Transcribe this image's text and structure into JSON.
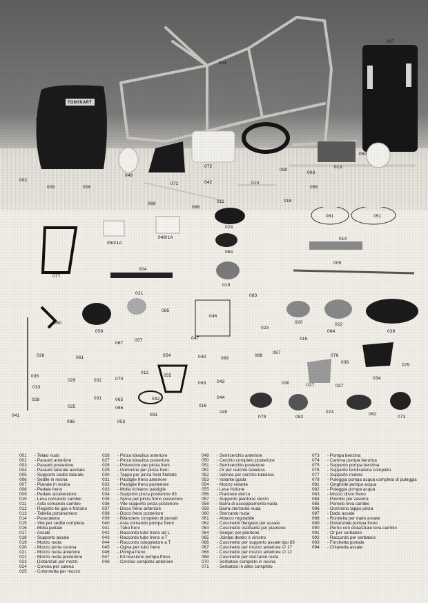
{
  "callouts": {
    "c001": "001",
    "c006": "006",
    "c007": "007",
    "c008": "008",
    "c009": "009",
    "c002": "002",
    "c048": "048",
    "c071": "071",
    "c072": "072",
    "c042": "042",
    "c053": "053",
    "c010": "010",
    "c090": "090",
    "c003": "003",
    "c013": "013",
    "c050": "050",
    "c056": "056",
    "c069": "069",
    "c068": "068",
    "c011": "011",
    "c018": "018",
    "c081": "081",
    "c051": "051",
    "c014": "014",
    "c024": "024",
    "c064": "064",
    "c0501a": "050/1A",
    "c0491a": "049/1A",
    "c077": "077",
    "c004": "004",
    "c005": "005",
    "c019": "019",
    "c021": "021",
    "c085": "085",
    "c083": "083",
    "c060": "060",
    "c058": "058",
    "c047": "047",
    "c046": "046",
    "c020": "020",
    "c022": "022",
    "c039": "039",
    "c023": "023",
    "c015": "015",
    "c084": "084",
    "c026": "026",
    "c061": "061",
    "c067": "067",
    "c057": "057",
    "c054": "054",
    "c040": "040",
    "c089": "089",
    "c088": "088",
    "c087": "087",
    "c076": "076",
    "c036": "036",
    "c075": "075",
    "c034": "034",
    "c035": "035",
    "c029": "029",
    "c032": "032",
    "c070": "070",
    "c012": "012",
    "c055": "055",
    "c093": "093",
    "c043": "043",
    "c030": "030",
    "c027": "027",
    "c037": "037",
    "c033": "033",
    "c028": "028",
    "c031": "031",
    "c065": "065",
    "c044": "044",
    "c025": "025",
    "c092": "092",
    "c066": "066",
    "c041": "041",
    "c052": "052",
    "c091": "091",
    "c016": "016",
    "c045": "045",
    "c079": "079",
    "c082": "082",
    "c074": "074",
    "c062": "062",
    "c073": "073",
    "c086": "086"
  },
  "seat_brand": "TONYKART",
  "legend": [
    [
      [
        "001",
        "- Telaio nudo"
      ],
      [
        "002",
        "- Paraurti anteriore"
      ],
      [
        "003",
        "- Paraurti posteriore"
      ],
      [
        "004",
        "- Paraurti laterale avvitato"
      ],
      [
        "005",
        "- Supporto sedile laterale"
      ],
      [
        "006",
        "- Sedile in resina"
      ],
      [
        "007",
        "- Pianale in resina"
      ],
      [
        "008",
        "- Pedale freno"
      ],
      [
        "009",
        "- Pedale acceleratore"
      ],
      [
        "010",
        "- Leva comando cambio"
      ],
      [
        "011",
        "- Asta comando cambio"
      ],
      [
        "012",
        "- Registro tie gas e frizione"
      ],
      [
        "013",
        "- Tabella portanumero"
      ],
      [
        "014",
        "- Paracatena"
      ],
      [
        "015",
        "- Vite per sedile completa"
      ],
      [
        "016",
        "- Molla pedale"
      ],
      [
        "017",
        "- Assale"
      ],
      [
        "018",
        "- Supporto assale"
      ],
      [
        "019",
        "- Mozzo ruota"
      ],
      [
        "020",
        "- Mozzo porta corona"
      ],
      [
        "021",
        "- Mozzo ruota anteriore"
      ],
      [
        "022",
        "- Mozzo ruota posteriore"
      ],
      [
        "023",
        "- Distanziali per mozzi"
      ],
      [
        "024",
        "- Corona per catena"
      ],
      [
        "025",
        "- Colonnetta per mozzo"
      ]
    ],
    [
      [
        "026",
        "- Pinza idraulica anteriore"
      ],
      [
        "027",
        "- Pinza idraulica posteriore"
      ],
      [
        "028",
        "- Pistoncino per pinza freni"
      ],
      [
        "029",
        "- Gommino per pinza freni"
      ],
      [
        "030",
        "- Tappo per pinza freni filettato"
      ],
      [
        "031",
        "- Pastiglie freno anteriore"
      ],
      [
        "032",
        "- Pastiglie freno posteriore"
      ],
      [
        "033",
        "- Molla richiamo pastiglie"
      ],
      [
        "034",
        "- Supporto pinza posteriore 83"
      ],
      [
        "035",
        "- Spina per pinza freno posteriore"
      ],
      [
        "036",
        "- Vite supporto pinza posteriore"
      ],
      [
        "037",
        "- Disco freno anteriore"
      ],
      [
        "038",
        "- Disco freno posteriore"
      ],
      [
        "039",
        "- Bilanciere completo di puntali"
      ],
      [
        "040",
        "- Asta comando pompa freno"
      ],
      [
        "041",
        "- Tubo freni"
      ],
      [
        "042",
        "- Raccordo tubo freno ad L"
      ],
      [
        "043",
        "- Raccordo tubo freno a T"
      ],
      [
        "044",
        "- Raccordo sdoppiatore a T"
      ],
      [
        "045",
        "- Ogiva per tubo freno"
      ],
      [
        "046",
        "- Pompa freno"
      ],
      [
        "047",
        "- Kit revisione pompa freno"
      ],
      [
        "048",
        "- Cerchio completo anteriore"
      ]
    ],
    [
      [
        "049",
        "- Semicerchio anteriore"
      ],
      [
        "050",
        "- Cerchio completo posteriore"
      ],
      [
        "051",
        "- Semicerchio posteriore"
      ],
      [
        "051",
        "- Or per cerchio tubeless"
      ],
      [
        "052",
        "- Valvola per cerchio tubeless"
      ],
      [
        "053",
        "- Volante guida"
      ],
      [
        "054",
        "- Mozzo volante"
      ],
      [
        "055",
        "- Leva frizione"
      ],
      [
        "056",
        "- Piantone sterzo"
      ],
      [
        "057",
        "- Supporto piantone sterzo"
      ],
      [
        "058",
        "- Barra di accoppiamento nuda"
      ],
      [
        "059",
        "- Barra sterzante nuda"
      ],
      [
        "060",
        "- Sterzante nuda"
      ],
      [
        "061",
        "- Attacco regolabile"
      ],
      [
        "062",
        "- Cuscinetto flangiato per assale"
      ],
      [
        "063",
        "- Cuscinetto oscillante per piantone"
      ],
      [
        "064",
        "- Seeger per piantone"
      ],
      [
        "065",
        "- Joinbal destro e sinistro"
      ],
      [
        "066",
        "- Cuscinetto per supporto assale tipo 83"
      ],
      [
        "067",
        "- Cuscinetto per mozzo anteriore ∅ 17"
      ],
      [
        "068",
        "- Cuscinetto per mozzo anteriore ∅ 12"
      ],
      [
        "069",
        "- Cuscinetto per sterzante nuda"
      ],
      [
        "070",
        "- Serbatoio completo in resina"
      ],
      [
        "071",
        "- Serbatoio in allex completo"
      ]
    ],
    [
      [
        "073",
        "- Pompa benzina"
      ],
      [
        "074",
        "- Camma pompa benzina"
      ],
      [
        "075",
        "- Supporto pompa benzina"
      ],
      [
        "076",
        "- Supporto tendicatena completo"
      ],
      [
        "077",
        "- Supporto motore"
      ],
      [
        "078",
        "- Puleggia pompa acqua completa di puleggia"
      ],
      [
        "081",
        "- Cinghiole pompa acqua"
      ],
      [
        "082",
        "- Puleggia pompa acqua"
      ],
      [
        "083",
        "- Mozzo disco freno"
      ],
      [
        "084",
        "- Piombo per zavorra"
      ],
      [
        "085",
        "- Pomolo leva cambio"
      ],
      [
        "086",
        "- Gommino tappo pinza"
      ],
      [
        "087",
        "- Dado assale"
      ],
      [
        "088",
        "- Rondella per dado assale"
      ],
      [
        "089",
        "- Distanziale pompa freno"
      ],
      [
        "090",
        "- Perno con distanziale leva cambio"
      ],
      [
        "091",
        "- Or per serbatoio"
      ],
      [
        "092",
        "- Raccordo per serbatoio"
      ],
      [
        "093",
        "- Forchetta puntale"
      ],
      [
        "094",
        "- Chiavetta assale"
      ]
    ]
  ]
}
